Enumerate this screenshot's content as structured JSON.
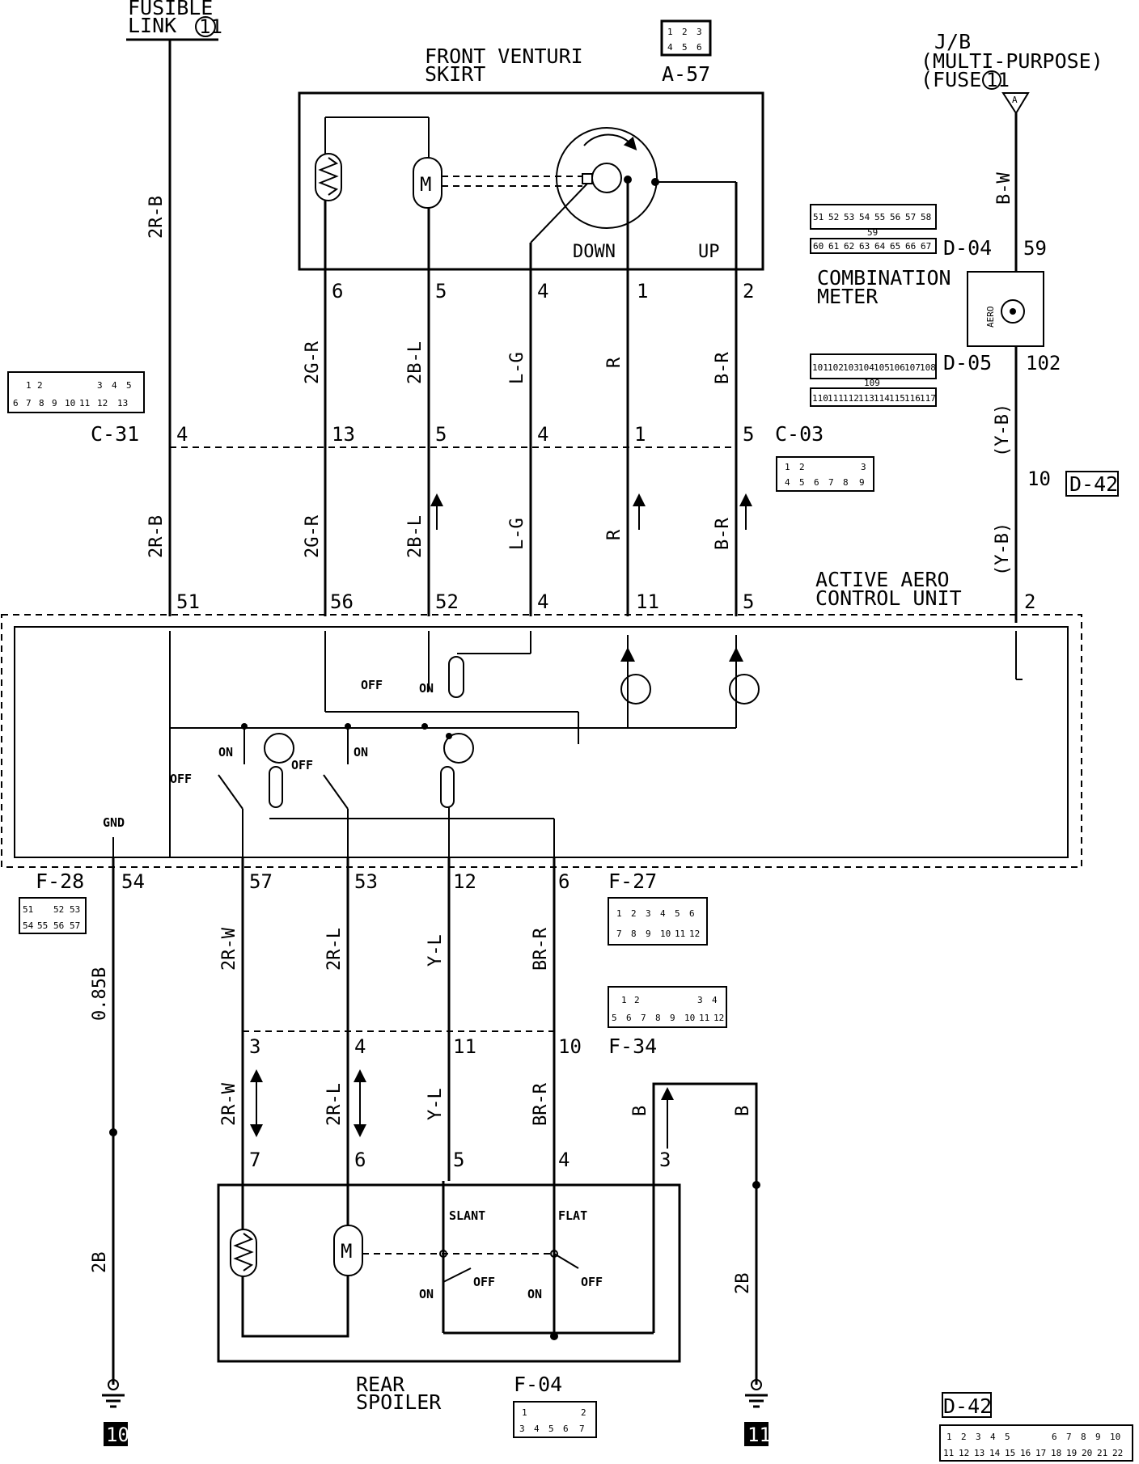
{
  "top_labels": {
    "fusible_link_l1": "FUSIBLE",
    "fusible_link_l2": "LINK",
    "fusible_link_no": "11",
    "jb_l1": "J/B",
    "jb_l2": "(MULTI-PURPOSE)",
    "jb_l3": "(FUSE",
    "jb_no": "11",
    "jb_pin": "A"
  },
  "front_venturi": {
    "title_l1": "FRONT  VENTURI",
    "title_l2": "SKIRT",
    "connector": "A-57",
    "connector_pins": [
      "1",
      "2",
      "3",
      "4",
      "5",
      "6"
    ],
    "down_label": "DOWN",
    "up_label": "UP",
    "pins": [
      "6",
      "5",
      "4",
      "1",
      "2"
    ]
  },
  "combination_meter": {
    "title_l1": "COMBINATION",
    "title_l2": "METER",
    "conn_d04": "D-04",
    "conn_d05": "D-05",
    "pin_59": "59",
    "pin_102": "102",
    "aero_label": "AERO",
    "d04_row1": [
      "51",
      "52",
      "53",
      "54",
      "55",
      "56",
      "57",
      "58"
    ],
    "d04_mid": "59",
    "d04_row2": [
      "60",
      "61",
      "62",
      "63",
      "64",
      "65",
      "66",
      "67"
    ],
    "d05_row1": [
      "101",
      "102",
      "103",
      "104",
      "105",
      "106",
      "107",
      "108"
    ],
    "d05_mid": "109",
    "d05_row2": [
      "110",
      "111",
      "112",
      "113",
      "114",
      "115",
      "116",
      "117"
    ]
  },
  "wires_upper": {
    "w_2rb_top": "2R-B",
    "w_bw": "B-W",
    "w_2gr": "2G-R",
    "w_2bl": "2B-L",
    "w_lg": "L-G",
    "w_r": "R",
    "w_br": "B-R",
    "w_yb": "(Y-B)"
  },
  "c31": {
    "name": "C-31",
    "row1": [
      "1",
      "2",
      "3",
      "4",
      "5"
    ],
    "row2": [
      "6",
      "7",
      "8",
      "9",
      "10",
      "11",
      "12",
      "13"
    ],
    "pins": [
      "4",
      "13",
      "5",
      "4",
      "1",
      "5"
    ]
  },
  "c03": {
    "name": "C-03",
    "row1": [
      "1",
      "2",
      "3"
    ],
    "row2": [
      "4",
      "5",
      "6",
      "7",
      "8",
      "9"
    ]
  },
  "d42": {
    "name": "D-42",
    "pin": "10"
  },
  "control_unit": {
    "title_l1": "ACTIVE  AERO",
    "title_l2": "CONTROL  UNIT",
    "pins": [
      "51",
      "56",
      "52",
      "4",
      "11",
      "5",
      "2"
    ],
    "gnd": "GND",
    "off1": "OFF",
    "on1": "ON",
    "on2": "ON",
    "off2": "OFF",
    "on3": "ON",
    "off3": "OFF"
  },
  "lower": {
    "f28": "F-28",
    "f28_row1": [
      "51",
      "52",
      "53"
    ],
    "f28_row2": [
      "54",
      "55",
      "56",
      "57"
    ],
    "f27": "F-27",
    "f27_row1": [
      "1",
      "2",
      "3",
      "4",
      "5",
      "6"
    ],
    "f27_row2": [
      "7",
      "8",
      "9",
      "10",
      "11",
      "12"
    ],
    "f34": "F-34",
    "f34_row1": [
      "1",
      "2",
      "3",
      "4"
    ],
    "f34_row2": [
      "5",
      "6",
      "7",
      "8",
      "9",
      "10",
      "11",
      "12"
    ],
    "f04": "F-04",
    "f04_row1": [
      "1",
      "2"
    ],
    "f04_row2": [
      "3",
      "4",
      "5",
      "6",
      "7"
    ],
    "cu_pins": [
      "54",
      "57",
      "53",
      "12",
      "6"
    ],
    "mid_pins": [
      "3",
      "4",
      "11",
      "10"
    ],
    "spoiler_pins": [
      "7",
      "6",
      "5",
      "4",
      "3"
    ],
    "w_085b": "0.85B",
    "w_2rw": "2R-W",
    "w_2rl": "2R-L",
    "w_yl": "Y-L",
    "w_brr": "BR-R",
    "w_b": "B",
    "w_2b": "2B"
  },
  "rear_spoiler": {
    "title_l1": "REAR",
    "title_l2": "SPOILER",
    "slant": "SLANT",
    "flat": "FLAT",
    "on": "ON",
    "off": "OFF"
  },
  "grounds": {
    "g10": "10",
    "g11": "11"
  },
  "d42_bottom": {
    "name": "D-42",
    "row1": [
      "1",
      "2",
      "3",
      "4",
      "5",
      "6",
      "7",
      "8",
      "9",
      "10"
    ],
    "row2": [
      "11",
      "12",
      "13",
      "14",
      "15",
      "16",
      "17",
      "18",
      "19",
      "20",
      "21",
      "22"
    ]
  }
}
